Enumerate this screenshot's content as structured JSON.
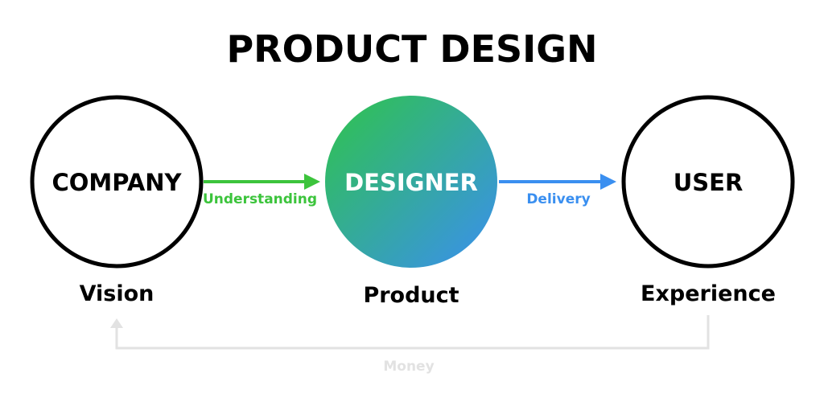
{
  "title": "PRODUCT DESIGN",
  "nodes": {
    "company": {
      "label": "COMPANY",
      "sublabel": "Vision"
    },
    "designer": {
      "label": "DESIGNER",
      "sublabel": "Product"
    },
    "user": {
      "label": "USER",
      "sublabel": "Experience"
    }
  },
  "edges": {
    "understanding": {
      "label": "Understanding",
      "color": "#3cc43c"
    },
    "delivery": {
      "label": "Delivery",
      "color": "#3a8ff0"
    },
    "money": {
      "label": "Money",
      "color": "#e2e2e2"
    }
  },
  "colors": {
    "circle_outline": "#000000",
    "designer_gradient_start": "#2fc44a",
    "designer_gradient_end": "#3a8ff0"
  }
}
